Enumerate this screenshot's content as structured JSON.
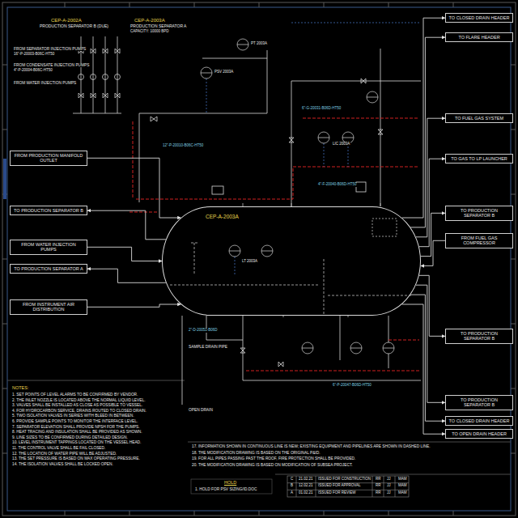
{
  "diagram": {
    "nodes": [
      {
        "text": [
          "CEP-A-2003A"
        ]
      },
      {
        "text": [
          "FROM PRODUCTION MANIFOLD OUTLET"
        ]
      },
      {
        "text": [
          "TO PRODUCTION SEPARATOR B"
        ]
      },
      {
        "text": [
          "FROM WATER INJECTION PUMPS"
        ]
      },
      {
        "text": [
          "TO PRODUCTION SEPARATOR A"
        ]
      },
      {
        "text": [
          "FROM INSTRUMENT AIR DISTRIBUTION"
        ]
      },
      {
        "text": [
          "TO CLOSED DRAIN HEADER"
        ]
      },
      {
        "text": [
          "TO FLARE HEADER"
        ]
      },
      {
        "text": [
          "TO FUEL GAS SYSTEM"
        ]
      },
      {
        "text": [
          "TO GAS TO LP LAUNCHER"
        ]
      },
      {
        "text": [
          "TO PRODUCTION SEPARATOR B"
        ]
      },
      {
        "text": [
          "FROM FUEL GAS COMPRESSOR"
        ]
      },
      {
        "text": [
          "TO PRODUCTION SEPARATOR B"
        ]
      },
      {
        "text": [
          "TO PRODUCTION SEPARATOR B"
        ]
      },
      {
        "text": [
          "TO CLOSED DRAIN HEADER"
        ]
      },
      {
        "text": [
          "TO OPEN DRAIN HEADER"
        ]
      }
    ],
    "edges": [
      {
        "from": 1,
        "to": 0,
        "arrow": "to"
      },
      {
        "from": 0,
        "to": 2,
        "arrow": "to"
      },
      {
        "from": 3,
        "to": 0,
        "arrow": "to"
      },
      {
        "from": 0,
        "to": 4,
        "arrow": "to"
      },
      {
        "from": 5,
        "to": 0,
        "arrow": "to"
      },
      {
        "from": 0,
        "to": 6,
        "arrow": "to"
      },
      {
        "from": 0,
        "to": 7,
        "arrow": "to"
      },
      {
        "from": 0,
        "to": 8,
        "arrow": "to"
      },
      {
        "from": 0,
        "to": 9,
        "arrow": "to"
      },
      {
        "from": 0,
        "to": 10,
        "arrow": "to"
      },
      {
        "from": 11,
        "to": 0,
        "arrow": "to"
      },
      {
        "from": 0,
        "to": 12,
        "arrow": "to"
      },
      {
        "from": 0,
        "to": 13,
        "arrow": "to"
      },
      {
        "from": 0,
        "to": 14,
        "arrow": "to"
      },
      {
        "from": 0,
        "to": 15,
        "arrow": "to"
      }
    ],
    "labels": [
      "CEP-A-2002A",
      "PRODUCTION SEPARATOR B (DUE)",
      "CEP-A-2003A",
      "PRODUCTION SEPARATOR A",
      "CAPACITY: 10000 BPD",
      "FROM SEPARATOR INJECTION PUMPS",
      "16\"-P-20003-B06C-HT50",
      "FROM CONDENSATE INJECTION PUMPS",
      "4\"-P-20004-B06C-HT50",
      "FROM WATER INJECTION PUMPS",
      "12\"-P-20010-B06C-HT50",
      "PSV 2003A",
      "PT 2003A",
      "6\"-G-20031-B06D-HT50",
      "LIC 2003A",
      "4\"-F-20040-B06D-HT50",
      "LT 2003A",
      "2\"-D-20051-B06D",
      "SAMPLE DRAIN PIPE",
      "6\"-P-20047-B06D-HT50",
      "OPEN DRAIN",
      "NOTES:",
      "1. SET POINTS OF LEVEL ALARMS TO BE CONFIRMED BY VENDOR.",
      "2. THE INLET NOZZLE IS LOCATED ABOVE THE NORMAL LIQUID LEVEL.",
      "3. VALVES SHALL BE INSTALLED AS CLOSE AS POSSIBLE TO VESSEL.",
      "4. FOR HYDROCARBON SERVICE, DRAINS ROUTED TO CLOSED DRAIN.",
      "5. TWO ISOLATION VALVES IN SERIES WITH BLEED IN BETWEEN.",
      "6. PROVIDE SAMPLE POINTS TO MONITOR THE INTERFACE LEVEL.",
      "7. SEPARATOR ELEVATION SHALL PROVIDE NPSH FOR THE PUMPS.",
      "8. HEAT TRACING AND INSULATION SHALL BE PROVIDED AS SHOWN.",
      "9. LINE SIZES TO BE CONFIRMED DURING DETAILED DESIGN.",
      "10. LEVEL INSTRUMENT TAPPINGS LOCATED ON THE VESSEL HEAD.",
      "11. THE CONTROL VALVE SHALL BE FAIL CLOSED.",
      "12. THE LOCATION OF WATER PIPE WILL BE ADJUSTED.",
      "13. THE SET PRESSURE IS BASED ON MAX OPERATING PRESSURE.",
      "14. THE ISOLATION VALVES SHALL BE LOCKED OPEN.",
      "17. INFORMATION SHOWN IN CONTINUOUS LINE IS NEW; EXISTING EQUIPMENT AND PIPELINES ARE SHOWN IN DASHED LINE.",
      "18. THE MODIFICATION DRAWING IS BASED ON THE ORIGINAL P&ID.",
      "19. FOR ALL PIPES PASSING PAST THE ROOF, FIRE PROTECTION SHALL BE PROVIDED.",
      "20. THE MODIFICATION DRAWING IS BASED ON MODIFICATION OF SUBSEA PROJECT.",
      "HOLD",
      "1. HOLD FOR PSV SIZING/ID.DOC",
      "C",
      "21.02.21",
      "ISSUED FOR CONSTRUCTION",
      "RR",
      "JJ",
      "MAM",
      "B",
      "12.02.21",
      "ISSUED FOR APPROVAL",
      "RR",
      "JJ",
      "MAM",
      "A",
      "01.02.21",
      "ISSUED FOR REVIEW",
      "RR",
      "JJ",
      "MAM"
    ]
  }
}
